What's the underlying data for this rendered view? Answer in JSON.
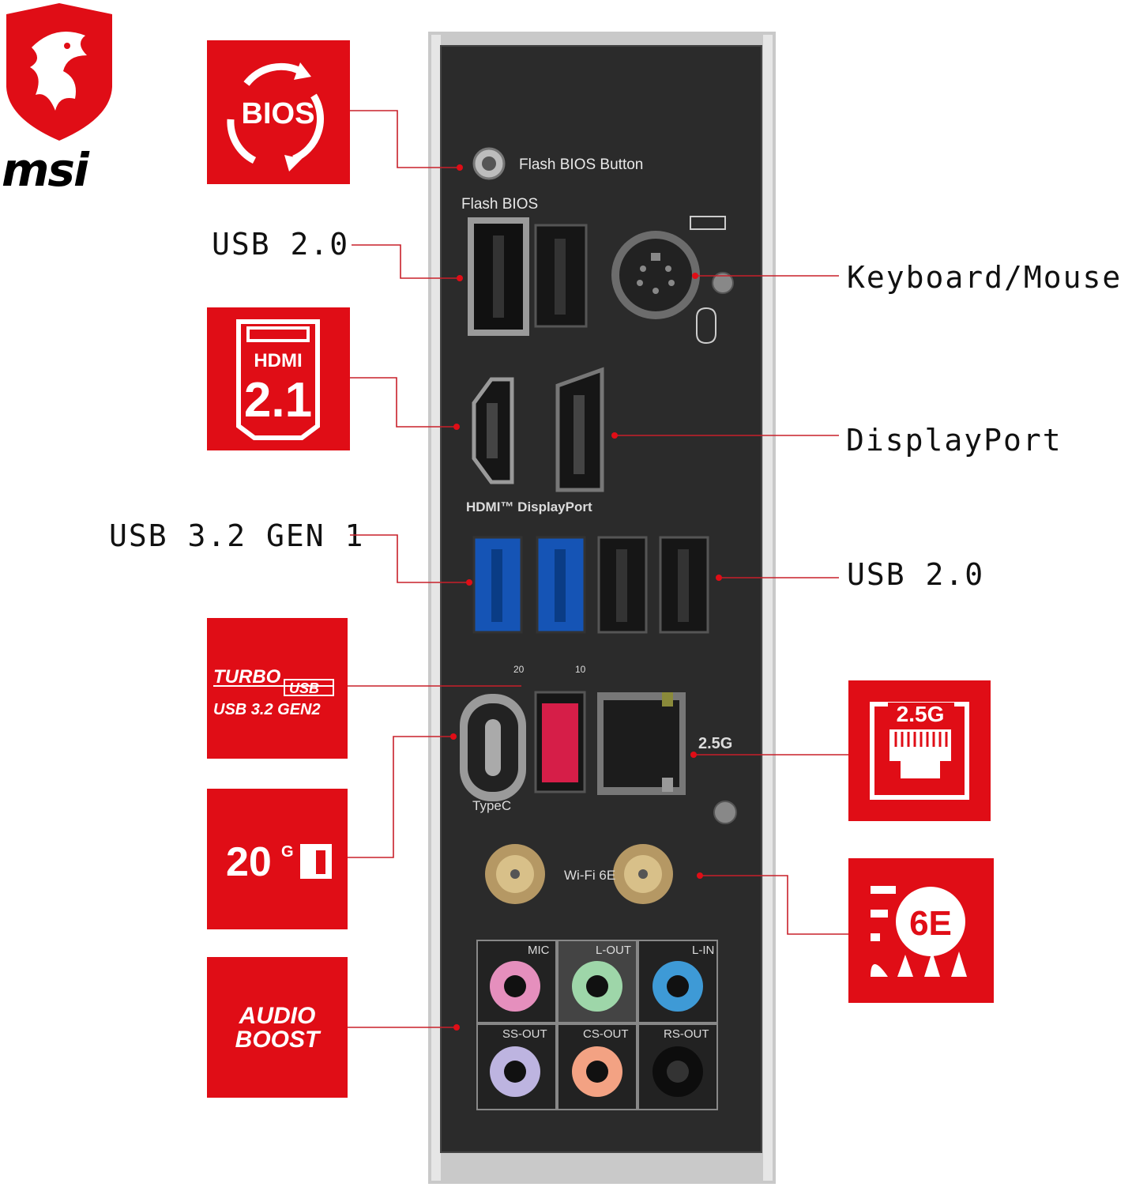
{
  "brand": {
    "logo_text": "msi",
    "accent": "#e00d16"
  },
  "features": {
    "bios": "BIOS",
    "hdmi_title": "HDMI",
    "hdmi_version": "2.1",
    "turbo_usb_line1": "TURBO",
    "turbo_usb_line2": "USB",
    "turbo_usb_line3": "USB 3.2 GEN2",
    "speed_20g": "20",
    "speed_20g_unit": "G",
    "audio_boost_line1": "AUDIO",
    "audio_boost_line2": "BOOST",
    "lan_speed": "2.5G",
    "wifi_badge": "6E"
  },
  "callouts": {
    "usb20_top": "USB 2.0",
    "usb32gen1": "USB 3.2 GEN 1",
    "keyboard_mouse": "Keyboard/Mouse",
    "displayport": "DisplayPort",
    "usb20_right": "USB 2.0"
  },
  "panel": {
    "flash_bios_button": "Flash BIOS Button",
    "flash_bios": "Flash BIOS",
    "hdmi_dp_label": "HDMI™  DisplayPort",
    "ss20": "20",
    "ss10": "10",
    "typec": "TypeC",
    "lan_label": "2.5G",
    "wifi_label": "Wi-Fi 6E",
    "audio": {
      "mic": "MIC",
      "lout": "L-OUT",
      "lin": "L-IN",
      "ssout": "SS-OUT",
      "csout": "CS-OUT",
      "rsout": "RS-OUT"
    }
  }
}
